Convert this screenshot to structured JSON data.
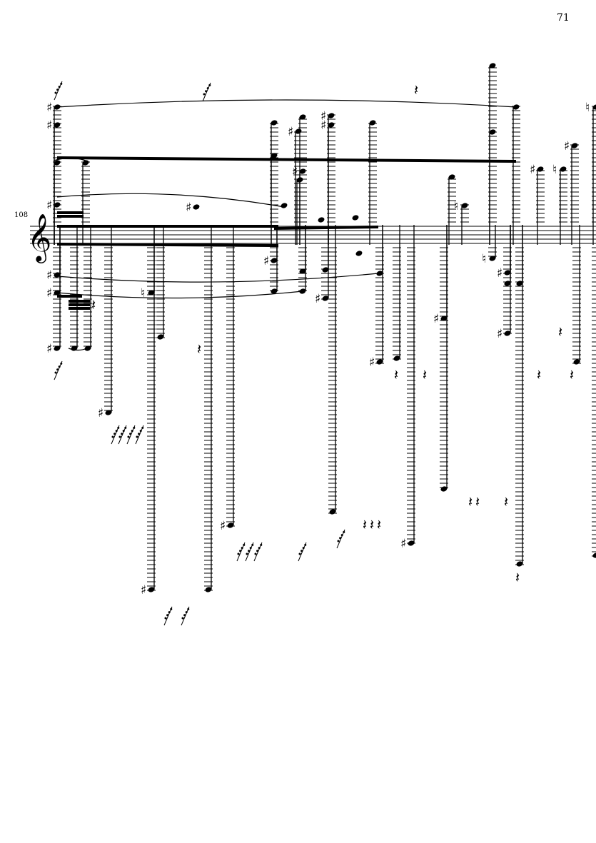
{
  "page": {
    "number": "71"
  },
  "system": {
    "measure_number": "108",
    "clef": "treble-clef"
  },
  "colors": {
    "ink": "#000000",
    "paper": "#ffffff"
  },
  "glyphs": {
    "sharp": "♯",
    "natural": "♮",
    "rest": "𝄽",
    "clef": "𝄞"
  }
}
